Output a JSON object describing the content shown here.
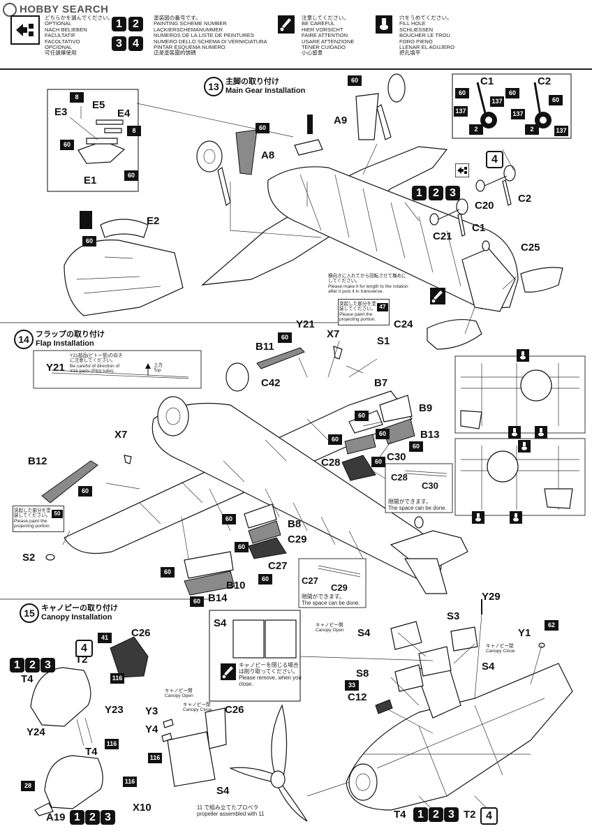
{
  "watermark": "HOBBY SEARCH",
  "legend": {
    "optional": [
      "どちらかを選んでください。",
      "OPTIONAL",
      "NACH BELIEBEN",
      "FACULTATIF",
      "FACOLTATIVO",
      "OPCIONAL",
      "可任選擇使用"
    ],
    "painting_scheme": [
      "塗装図の番号です。",
      "PAINTING SCHEME NUMBER",
      "LACKIERSCHEMANUMMER",
      "NUMEROS DE LA LISTE DE PEINTURES",
      "NUMERO DELLO SCHEMA DI VERNICIATURA",
      "PINTAR ESQUEMA NUMERO",
      "這是塗裝圖的號碼"
    ],
    "be_careful": [
      "注意してください。",
      "BE CAREFUL",
      "HIER VORSICHT",
      "FAIRE ATTENTION",
      "USARE ATTENZIONE",
      "TENER CUIDADO",
      "小心留意"
    ],
    "fill_hole": [
      "穴をうめてください。",
      "FILL HOLE",
      "SCHLIESSEN",
      "BOUCHER LE TROU",
      "FORO PIENO",
      "LLENAR EL AGUJERO",
      "把孔填平"
    ],
    "scheme_digits": [
      "1",
      "2",
      "3",
      "4"
    ]
  },
  "steps": {
    "s13": {
      "num": "13",
      "jp": "主脚の取り付け",
      "en": "Main Gear Installation"
    },
    "s14": {
      "num": "14",
      "jp": "フラップの取り付け",
      "en": "Flap Installation"
    },
    "s15": {
      "num": "15",
      "jp": "キャノピーの取り付け",
      "en": "Canopy Installation"
    }
  },
  "parts": {
    "E1": "E1",
    "E2": "E2",
    "E3": "E3",
    "E4": "E4",
    "E5": "E5",
    "A8": "A8",
    "A9": "A9",
    "C1": "C1",
    "C2": "C2",
    "C20": "C20",
    "C21": "C21",
    "C24": "C24",
    "C25": "C25",
    "Y21": "Y21",
    "X7": "X7",
    "S1": "S1",
    "B11": "B11",
    "C42": "C42",
    "B7": "B7",
    "B9": "B9",
    "B13": "B13",
    "B12": "B12",
    "C28": "C28",
    "C30": "C30",
    "B8": "B8",
    "C29": "C29",
    "C27": "C27",
    "B10": "B10",
    "B14": "B14",
    "S2": "S2",
    "S3": "S3",
    "S4": "S4",
    "S8": "S8",
    "C12": "C12",
    "Y1": "Y1",
    "Y29": "Y29",
    "C26": "C26",
    "T2": "T2",
    "T4": "T4",
    "Y23": "Y23",
    "Y24": "Y24",
    "A19": "A19",
    "Y3": "Y3",
    "Y4": "Y4",
    "X10": "X10"
  },
  "tags": {
    "t60": "60",
    "t137": "137",
    "t2": "2",
    "t8": "8",
    "t47": "47",
    "t50": "50",
    "t116": "116",
    "t41": "41",
    "t28": "28",
    "t33": "33",
    "t62": "62"
  },
  "notes": {
    "rotate": [
      "横向きに入れてから回転させて権めに",
      "してください。",
      "Please make it for length to the rotation",
      "after it puts it in transverse."
    ],
    "paint47": [
      "突起した部分を塗",
      "装してください。",
      "Please paint the",
      "projecting portion."
    ],
    "paint50": [
      "突起した部分を塗",
      "装してください。",
      "Please paint the",
      "projecting portion."
    ],
    "pitot": [
      "Y21部品(ピトー管)の向き",
      "に注意してください。",
      "Be careful of direction of",
      "Y21 parts (Pitot tube)."
    ],
    "top_jp": "上方",
    "top_en": "Top",
    "gap1_jp": "隙間ができます。",
    "gap1_en": "The space can be done.",
    "gap2_jp": "隙間ができます。",
    "gap2_en": "The space can be done.",
    "canopy_remove": [
      "キャノピーを閉じる場合",
      "は削り取ってください。",
      "Please remove, when you",
      "close."
    ],
    "canopy_open_jp": "キャノピー開",
    "canopy_open_en": "Canopy Open",
    "canopy_close_jp": "キャノピー閉",
    "canopy_close_en": "Canopy Close",
    "propeller": [
      "で組み立てたプロペラ",
      "propeller assembled with"
    ],
    "propeller_ref": "11"
  },
  "colors": {
    "ink": "#111111",
    "grey_part": "#8a8a8a",
    "dark_part": "#3a3a3a",
    "paper": "#ffffff"
  }
}
